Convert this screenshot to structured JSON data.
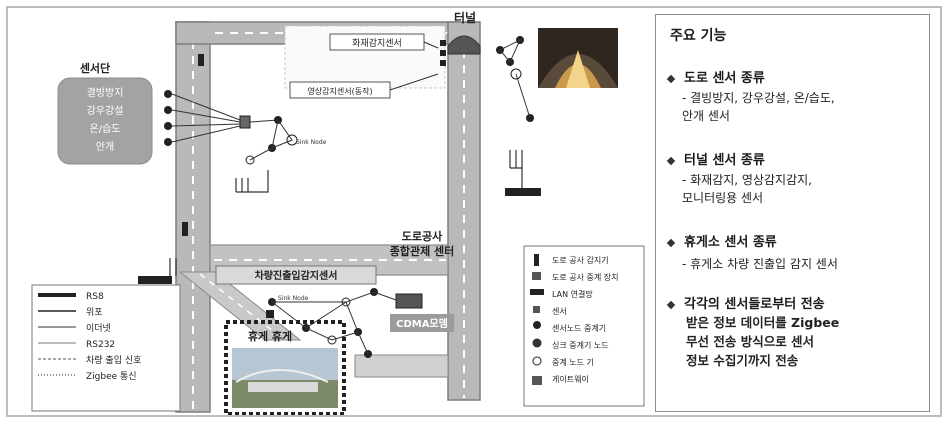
{
  "diagram": {
    "sensor_group": {
      "title": "센서단",
      "items": [
        "결빙방지",
        "강우강설",
        "온/습도",
        "안개"
      ]
    },
    "tunnel_label": "터널",
    "tunnel_box_labels": [
      "화재감지센서",
      "영상감지센서(동작)"
    ],
    "road_center_label": [
      "도로공사",
      "종합관제 센터"
    ],
    "collector_label": "차량진출입감지센서",
    "rest_area_label": "휴게 휴게",
    "cdma_label": "CDMA모뎀",
    "node_labels": [
      "Sink Node",
      "Sink Node"
    ]
  },
  "legend_left": {
    "items": [
      "RS8",
      "위포",
      "이더넷",
      "RS232",
      "차량 출입 신호",
      "Zigbee 통신"
    ]
  },
  "legend_right": {
    "items": [
      "도로 공사 감지기",
      "도로 공사 중계 장치",
      "LAN 연결망",
      "센서",
      "센서노드 중계기",
      "싱크 중계기 노드",
      "중계 노드 기",
      "게이트웨이"
    ]
  },
  "side_panel": {
    "title": "주요 기능",
    "sections": [
      {
        "heading": "도로 센서 종류",
        "detail": [
          "- 결빙방지, 강우강설, 온/습도,",
          "안개 센서"
        ]
      },
      {
        "heading": "터널 센서 종류",
        "detail": [
          "- 화재감지, 영상감지감지,",
          "모니터링용 센서"
        ]
      },
      {
        "heading": "휴게소 센서 종류",
        "detail": [
          "- 휴게소 차량 진출입 감지 센서"
        ]
      },
      {
        "heading": "각각의 센서들로부터 전송",
        "detail": [
          "받은 정보 데이터를 Zigbee",
          "무선 전송 방식으로 센서",
          "정보 수집기까지 전송"
        ]
      }
    ]
  },
  "colors": {
    "road": "#b7b7b7",
    "road_edge": "#7c7c7c",
    "sensor_box": "#9a9a9a",
    "panel_border": "#8d8d8d"
  }
}
